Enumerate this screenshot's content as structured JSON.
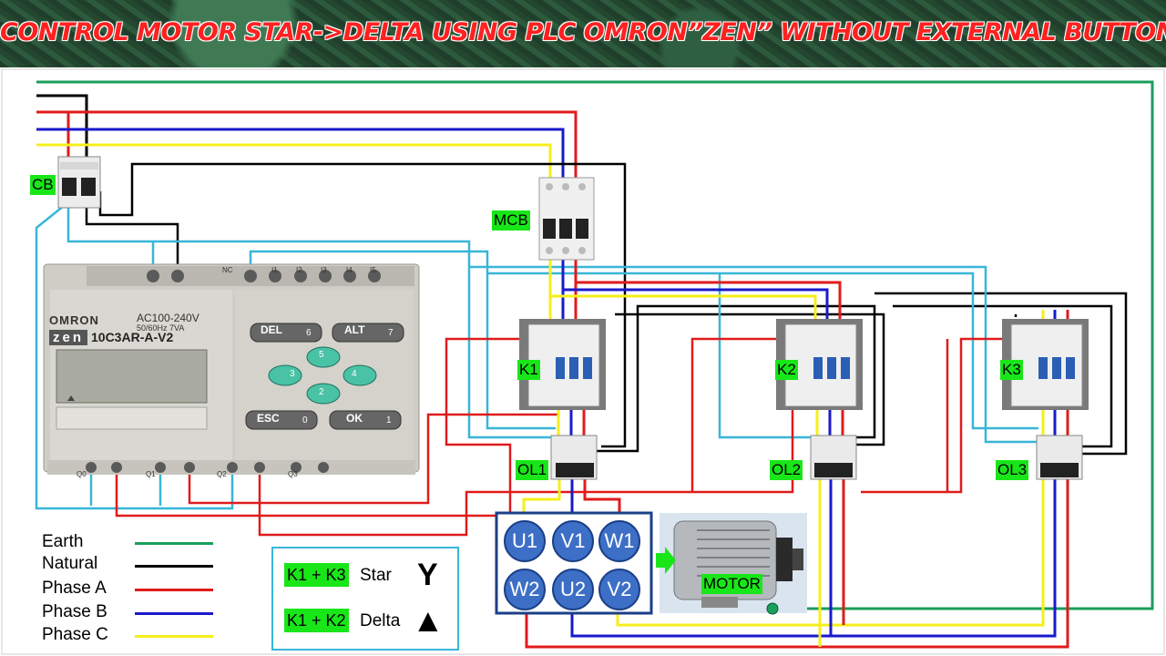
{
  "title": "CONTROL MOTOR STAR->DELTA USING PLC OMRON”ZEN” WITHOUT EXTERNAL BUTTONS",
  "labels": {
    "cb": "CB",
    "mcb": "MCB",
    "k1": "K1",
    "k2": "K2",
    "k3": "K3",
    "ol1": "OL1",
    "ol2": "OL2",
    "ol3": "OL3",
    "motor": "MOTOR"
  },
  "plc": {
    "brand": "OMRON",
    "model_logo": "zen",
    "model": "10C3AR-A-V2",
    "rating": "AC100-240V",
    "rating2": "50/60Hz 7VA",
    "buttons": {
      "del": "DEL",
      "alt": "ALT",
      "esc": "ESC",
      "ok": "OK"
    },
    "arrows": {
      "up": "5",
      "down": "2",
      "left": "3",
      "right": "4"
    },
    "button_nums": {
      "del": "6",
      "alt": "7",
      "esc": "0",
      "ok": "1"
    },
    "input_labels": [
      "NC",
      "I1",
      "I2",
      "I3",
      "I4",
      "I5"
    ],
    "output_labels": [
      "Q0",
      "Q1",
      "Q2",
      "Q3"
    ]
  },
  "terminals": [
    "U1",
    "V1",
    "W1",
    "W2",
    "U2",
    "V2"
  ],
  "legend": [
    {
      "label": "Earth",
      "color": "#1a9e5a"
    },
    {
      "label": "Natural",
      "color": "#000000"
    },
    {
      "label": "Phase A",
      "color": "#e01b1b"
    },
    {
      "label": "Phase B",
      "color": "#1a1acc"
    },
    {
      "label": "Phase C",
      "color": "#f5ef1a"
    }
  ],
  "modes": [
    {
      "contactors": "K1 + K3",
      "name": "Star",
      "symbol": "Y"
    },
    {
      "contactors": "K1 + K2",
      "name": "Delta",
      "symbol": "▲"
    }
  ]
}
